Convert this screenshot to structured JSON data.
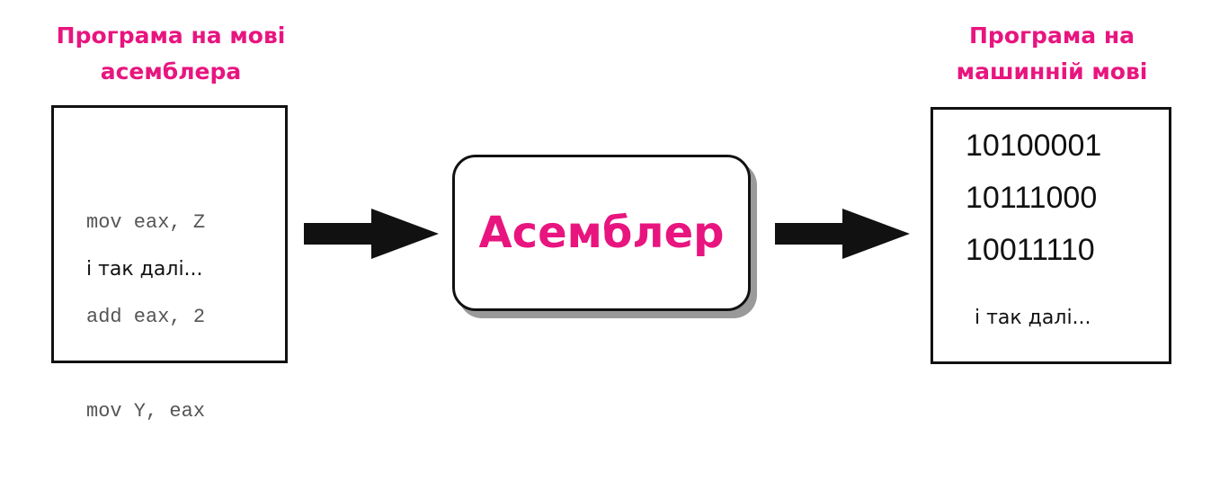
{
  "colors": {
    "accent": "#e8157f",
    "ink": "#111111",
    "code_text": "#555555",
    "shadow": "#9a9a9a"
  },
  "source": {
    "title_line1": "Програма на мові",
    "title_line2": "асемблера",
    "code_lines": [
      "mov eax, Z",
      "add eax, 2",
      "mov Y, eax"
    ],
    "etc": "і так далі..."
  },
  "translator": {
    "label": "Асемблер"
  },
  "target": {
    "title_line1": "Програма на",
    "title_line2": "машинній мові",
    "binary_lines": [
      "10100001",
      "10111000",
      "10011110"
    ],
    "etc": "і так далі..."
  }
}
